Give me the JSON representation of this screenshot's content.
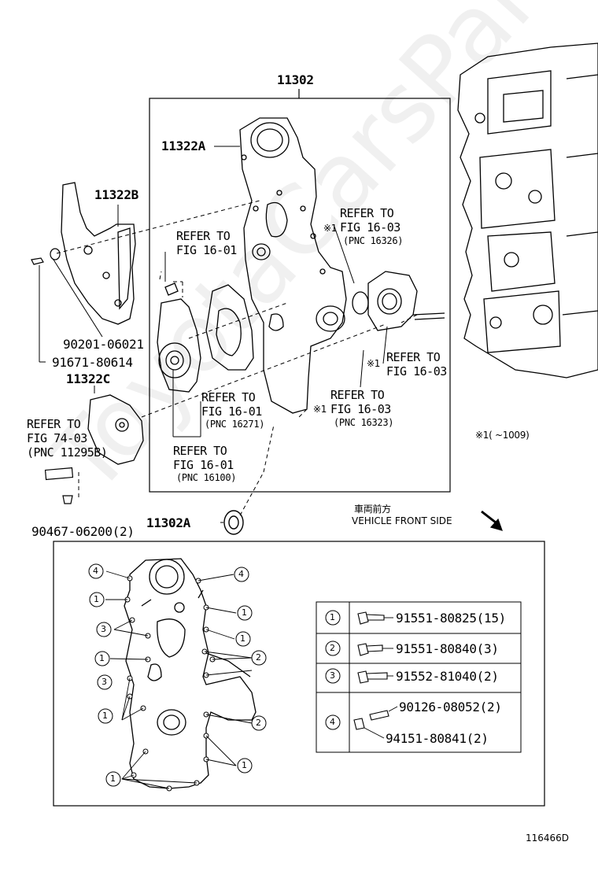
{
  "watermark": "ToyotaCarsParts",
  "top": {
    "main_part": "11302",
    "timing_cover": "11322A",
    "cover_b": "11322B",
    "cover_c": "11322C",
    "oil_seal": "11302A",
    "bolt_1": "90201-06021",
    "bolt_2": "91671-80614",
    "plug": "90467-06200(2)",
    "refs": {
      "r1_line1": "REFER TO",
      "r1_line2": "FIG 16-01",
      "r2_mark": "※1",
      "r2_line1": "REFER TO",
      "r2_line2": "FIG 16-03",
      "r2_line3": "(PNC 16326)",
      "r3_line1": "REFER TO",
      "r3_line2": "FIG 16-01",
      "r3_line3": "(PNC 16271)",
      "r4_line1": "REFER TO",
      "r4_line2": "FIG 16-01",
      "r4_line3": "(PNC 16100)",
      "r5_mark": "※1",
      "r5_line1": "REFER TO",
      "r5_line2": "FIG 16-03",
      "r6_mark": "※1",
      "r6_line1": "REFER TO",
      "r6_line2": "FIG 16-03",
      "r6_line3": "(PNC 16323)",
      "r7_line1": "REFER TO",
      "r7_line2": "FIG 74-03",
      "r7_line3": "(PNC 11295B)"
    },
    "note": "※1(      ~1009)",
    "front_jp": "車両前方",
    "front_en": "VEHICLE FRONT SIDE"
  },
  "legend": [
    {
      "num": "1",
      "part": "91551-80825(15)"
    },
    {
      "num": "2",
      "part": "91551-80840(3)"
    },
    {
      "num": "3",
      "part": "91552-81040(2)"
    },
    {
      "num": "4",
      "part_a": "90126-08052(2)",
      "part_b": "94151-80841(2)"
    }
  ],
  "callouts": {
    "c1": "1",
    "c2": "2",
    "c3": "3",
    "c4": "4"
  },
  "figure_id": "116466D"
}
